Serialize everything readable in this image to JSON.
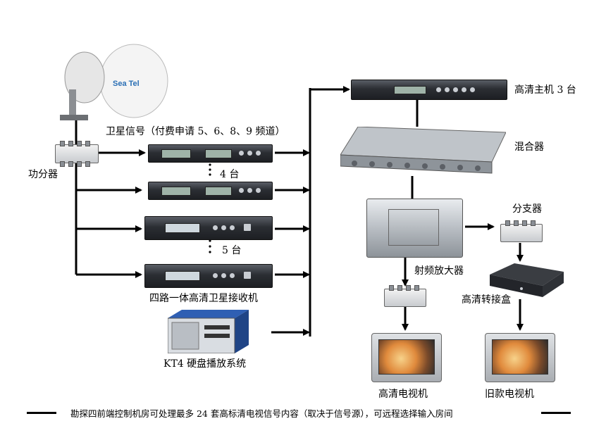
{
  "diagram": {
    "labels": {
      "antenna_brand": "Sea Tel",
      "satellite_signal": "卫星信号（付费申请 5、6、8、9 频道）",
      "splitter_main": "功分器",
      "count_four": "4 台",
      "count_five": "5 台",
      "receiver": "四路一体高清卫星接收机",
      "disk_system": "KT4 硬盘播放系统",
      "hd_host": "高清主机 3 台",
      "mixer": "混合器",
      "branch": "分支器",
      "rf_amp": "射频放大器",
      "converter_box": "高清转接盒",
      "hd_tv": "高清电视机",
      "old_tv": "旧款电视机",
      "footer": "勘探四前端控制机房可处理最多 24 套高标清电视信号内容（取决于信号源），可远程选择输入房间"
    },
    "colors": {
      "line": "#000000",
      "rack_dark": "#2b2e33",
      "panel_silver": "#b9bec4",
      "disk_blue": "#2f5fb3"
    }
  }
}
